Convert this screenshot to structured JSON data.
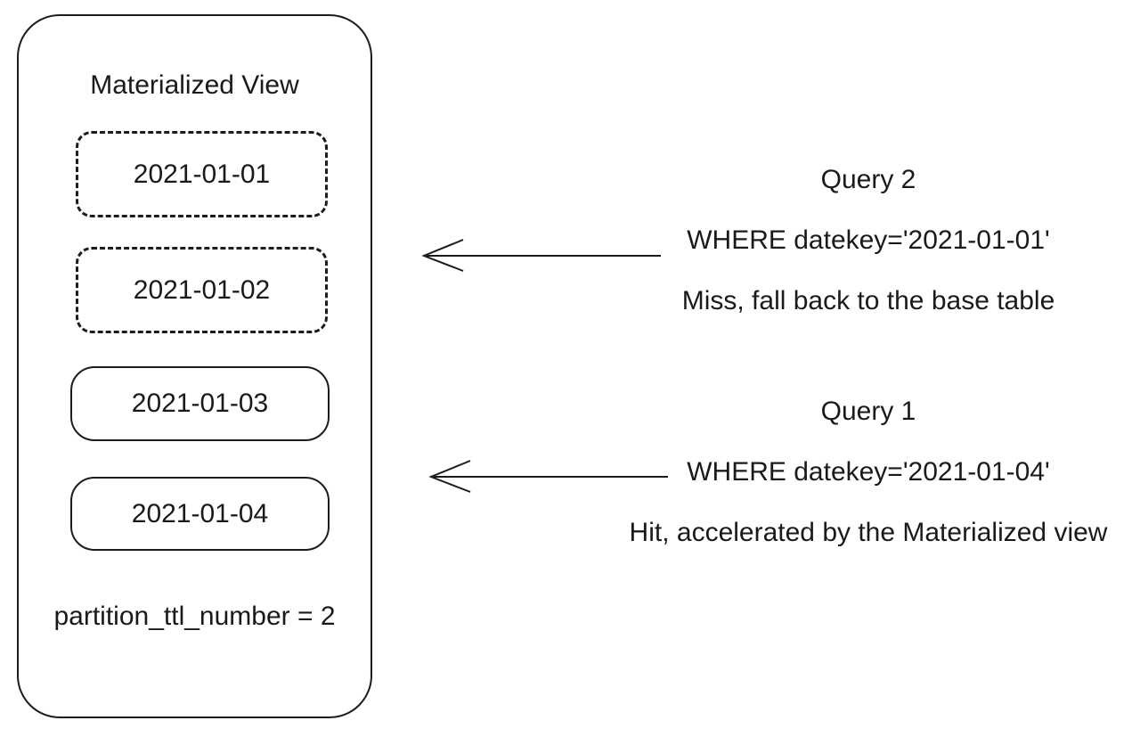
{
  "colors": {
    "ink": "#1a1a1a",
    "stroke": "#1c1c1c",
    "background": "#ffffff"
  },
  "icons": {
    "arrow": "left-arrow"
  },
  "materialized_view": {
    "title": "Materialized View",
    "partitions": [
      {
        "label": "2021-01-01",
        "expired": true
      },
      {
        "label": "2021-01-02",
        "expired": true
      },
      {
        "label": "2021-01-03",
        "expired": false
      },
      {
        "label": "2021-01-04",
        "expired": false
      }
    ],
    "footnote": "partition_ttl_number = 2"
  },
  "queries": [
    {
      "title": "Query 2",
      "where_clause": "WHERE datekey='2021-01-01'",
      "result": "Miss, fall back to the base table"
    },
    {
      "title": "Query 1",
      "where_clause": "WHERE datekey='2021-01-04'",
      "result": "Hit, accelerated by the Materialized view"
    }
  ]
}
